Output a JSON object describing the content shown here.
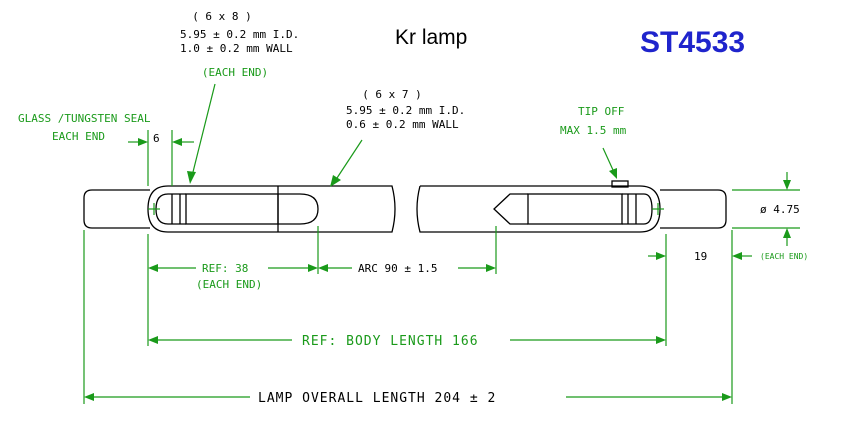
{
  "header": {
    "title": "Kr lamp",
    "part_number": "ST4533"
  },
  "colors": {
    "dimension": "#1a9a1a",
    "part_number": "#1f24cc",
    "outline": "#000000"
  },
  "notes": {
    "end_section": {
      "size": "( 6 x 8 )",
      "id": "5.95 ± 0.2 mm I.D.",
      "wall": "1.0 ± 0.2 mm WALL",
      "qualifier": "(EACH END)"
    },
    "body_section": {
      "size": "( 6 x 7 )",
      "id": "5.95 ± 0.2 mm I.D.",
      "wall": "0.6 ± 0.2 mm WALL"
    },
    "seal": {
      "line1": "GLASS /TUNGSTEN SEAL",
      "line2": "EACH END",
      "value": "6"
    },
    "tip_off": {
      "line1": "TIP OFF",
      "line2": "MAX 1.5 mm"
    }
  },
  "dimensions": {
    "ref_end": "REF: 38",
    "ref_end_qualifier": "(EACH END)",
    "arc": "ARC 90 ± 1.5",
    "body_length": "REF: BODY LENGTH 166",
    "overall_length": "LAMP OVERALL LENGTH  204 ± 2",
    "pin_diameter": "ø 4.75",
    "pin_length": "19",
    "pin_length_qualifier": "(EACH END)"
  }
}
